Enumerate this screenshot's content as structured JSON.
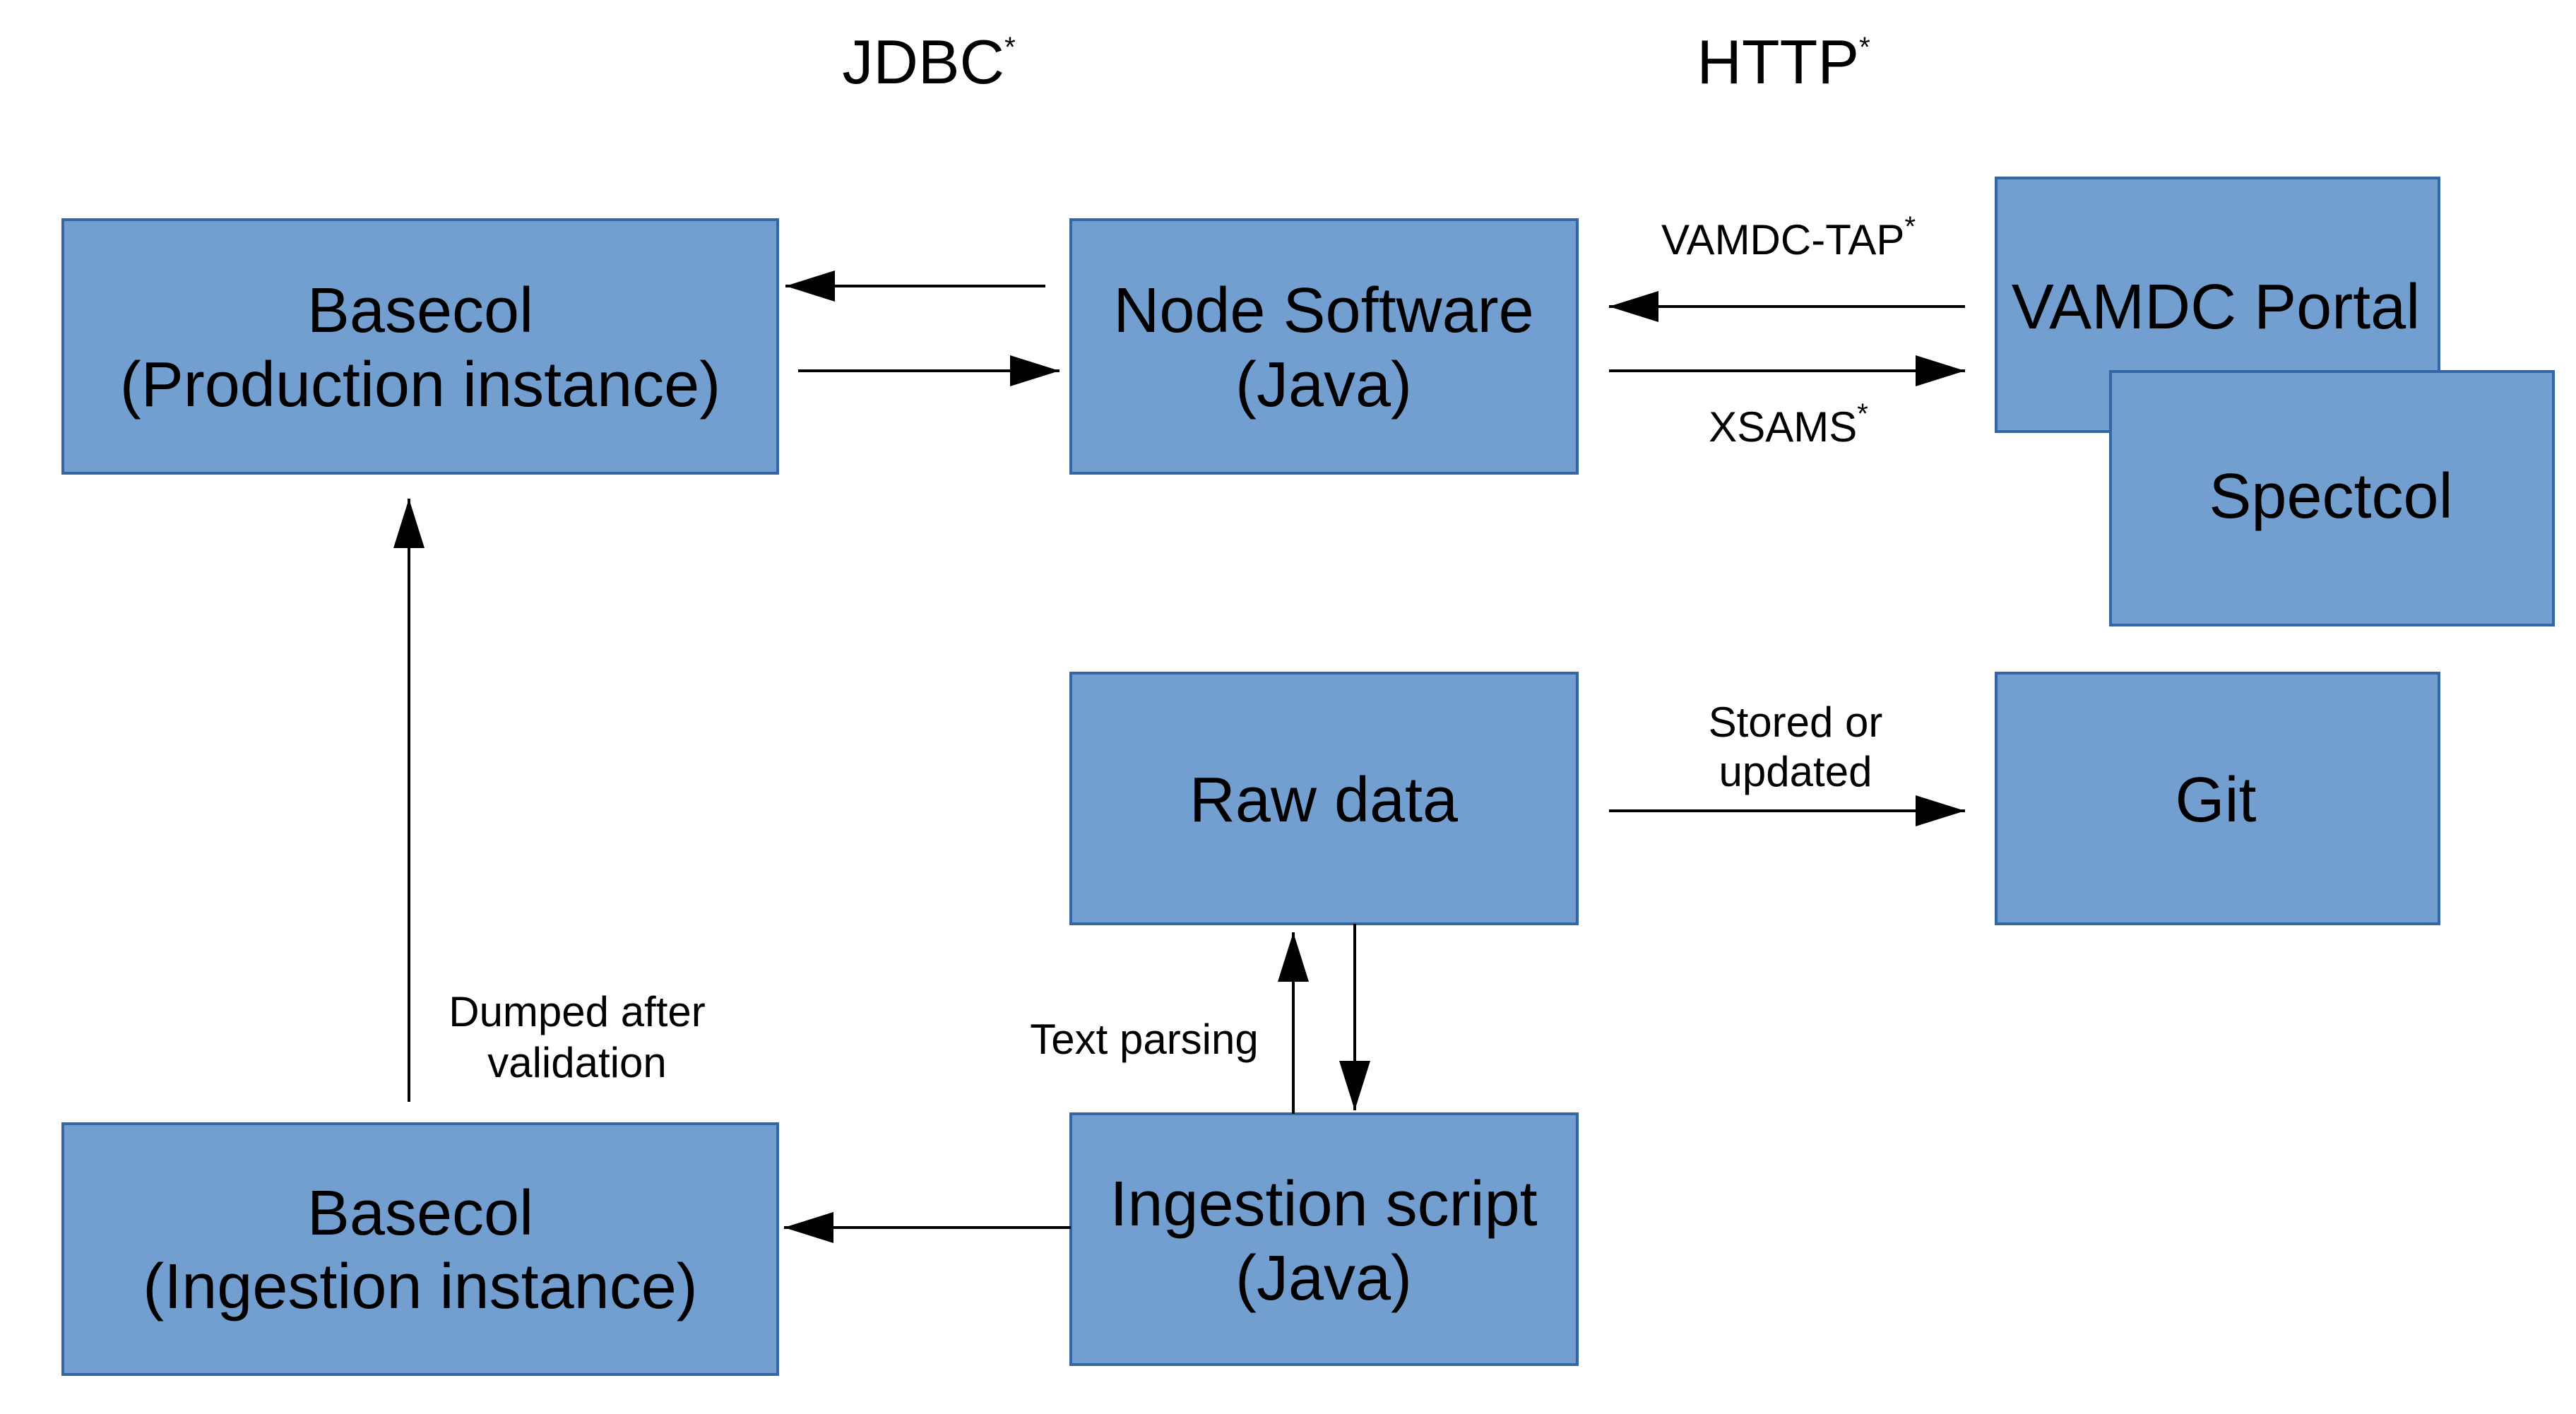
{
  "headers": {
    "jdbc": {
      "text": "JDBC",
      "sup": "*"
    },
    "http": {
      "text": "HTTP",
      "sup": "*"
    }
  },
  "boxes": {
    "basecol_production": {
      "line1": "Basecol",
      "line2": "(Production instance)"
    },
    "node_software": {
      "line1": "Node Software",
      "line2": "(Java)"
    },
    "vamdc_portal": {
      "line1": "VAMDC Portal"
    },
    "spectcol": {
      "line1": "Spectcol"
    },
    "raw_data": {
      "line1": "Raw data"
    },
    "git": {
      "line1": "Git"
    },
    "basecol_ingestion": {
      "line1": "Basecol",
      "line2": "(Ingestion instance)"
    },
    "ingestion_script": {
      "line1": "Ingestion script",
      "line2": "(Java)"
    }
  },
  "edge_labels": {
    "vamdc_tap": {
      "text": "VAMDC-TAP",
      "sup": "*"
    },
    "xsams": {
      "text": "XSAMS",
      "sup": "*"
    },
    "stored_or_updated": {
      "line1": "Stored or",
      "line2": "updated"
    },
    "text_parsing": {
      "text": "Text parsing"
    },
    "dumped_after_validation": {
      "line1": "Dumped after",
      "line2": "validation"
    }
  },
  "colors": {
    "box_fill": "#729fcf",
    "box_stroke": "#3465a4",
    "text": "#000000"
  }
}
